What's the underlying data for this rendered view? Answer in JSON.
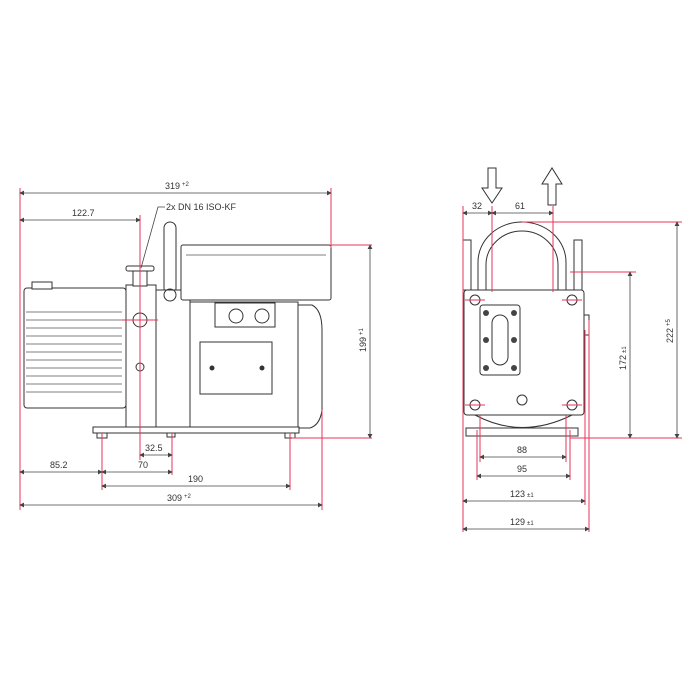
{
  "drawing": {
    "side_view": {
      "overall_length_top": {
        "value": "319",
        "tolerance": "+2"
      },
      "inlet_offset": "122.7",
      "flange_label": "2x DN 16 ISO-KF",
      "height": {
        "value": "199",
        "tolerance": "+1"
      },
      "dim_32_5": "32.5",
      "dim_85_2": "85.2",
      "dim_70": "70",
      "dim_190": "190",
      "overall_length_bottom": {
        "value": "309",
        "tolerance": "+2"
      }
    },
    "front_view": {
      "inlet_arrow": "arrow-down",
      "exhaust_arrow": "arrow-up",
      "dim_32": "32",
      "dim_61": "61",
      "height_172": {
        "value": "172",
        "tolerance": "±1"
      },
      "height_222": {
        "value": "222",
        "tolerance": "+5"
      },
      "dim_88": "88",
      "dim_95": "95",
      "width_123": {
        "value": "123",
        "tolerance": "±1"
      },
      "width_129": {
        "value": "129",
        "tolerance": "±1"
      }
    },
    "colors": {
      "dimension_red": "#e8365a",
      "line": "#333333"
    }
  }
}
